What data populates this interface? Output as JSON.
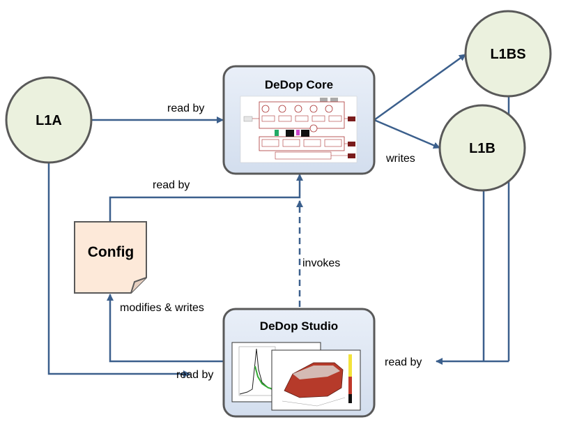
{
  "nodes": {
    "l1a": "L1A",
    "l1bs": "L1BS",
    "l1b": "L1B",
    "config": "Config",
    "core": "DeDop Core",
    "studio": "DeDop Studio"
  },
  "edges": {
    "l1a_core": "read by",
    "config_core": "read by",
    "core_outputs": "writes",
    "studio_core": "invokes",
    "studio_config": "modifies & writes",
    "l1a_studio": "read by",
    "outputs_studio": "read by"
  },
  "colors": {
    "connector": "#3b5f8c",
    "circle_fill": "#ebf1de",
    "box_fill": "#dce6f2",
    "border": "#595959",
    "config_fill": "#fde9d9"
  }
}
